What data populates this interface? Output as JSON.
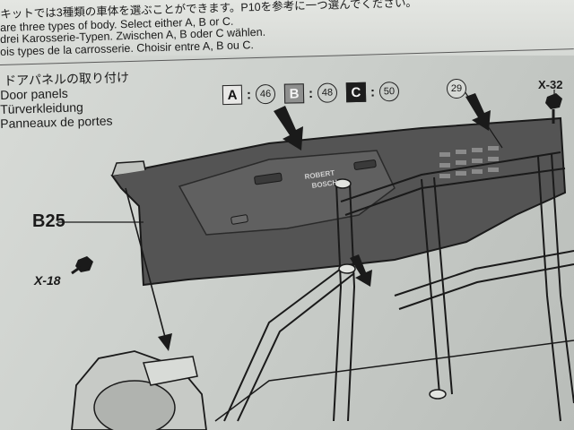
{
  "header": {
    "line1": "キットでは3種類の車体を選ぶことができます。P10を参考に一つ選んでください。",
    "line2": "are three types of body. Select either A, B or C.",
    "line3": " drei Karosserie-Typen. Zwischen A, B oder C wählen.",
    "line4": "ois types de la carrosserie. Choisir entre A, B ou C."
  },
  "step": {
    "title_jp": "ドアパネルの取り付け",
    "title_en": "Door panels",
    "title_de": "Türverkleidung",
    "title_fr": "Panneaux de portes"
  },
  "types": [
    {
      "letter": "A",
      "part": "46"
    },
    {
      "letter": "B",
      "part": "48"
    },
    {
      "letter": "C",
      "part": "50"
    }
  ],
  "callouts": {
    "b25": "B25",
    "x18": "X-18",
    "x32": "X-32",
    "p29": "29"
  },
  "panel_text": {
    "robert": "ROBERT",
    "bosch": "BOSCH"
  },
  "colors": {
    "paper": "#d3d6d2",
    "panel": "#505050",
    "ink": "#1a1a1a"
  }
}
